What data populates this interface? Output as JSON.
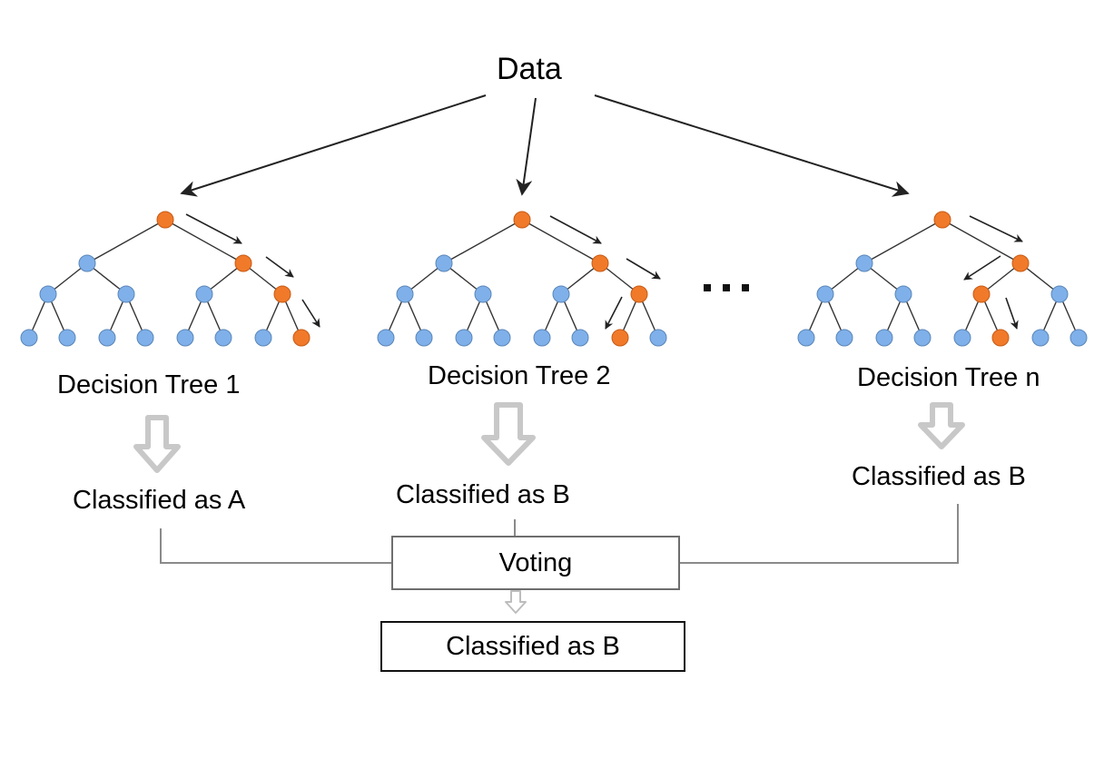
{
  "diagram": {
    "root_label": "Data",
    "ellipsis": "...",
    "trees": [
      {
        "label": "Decision Tree 1",
        "result": "Classified as A"
      },
      {
        "label": "Decision Tree 2",
        "result": "Classified as B"
      },
      {
        "label": "Decision Tree n",
        "result": "Classified as B"
      }
    ],
    "voting_label": "Voting",
    "final_label": "Classified as B",
    "colors": {
      "path_node": "#f07a2a",
      "node": "#7fb0ea",
      "node_stroke": "#5a86b8",
      "edge": "#333333",
      "hollow_arrow": "#c8c8c8",
      "connector": "#8a8a8a"
    }
  }
}
